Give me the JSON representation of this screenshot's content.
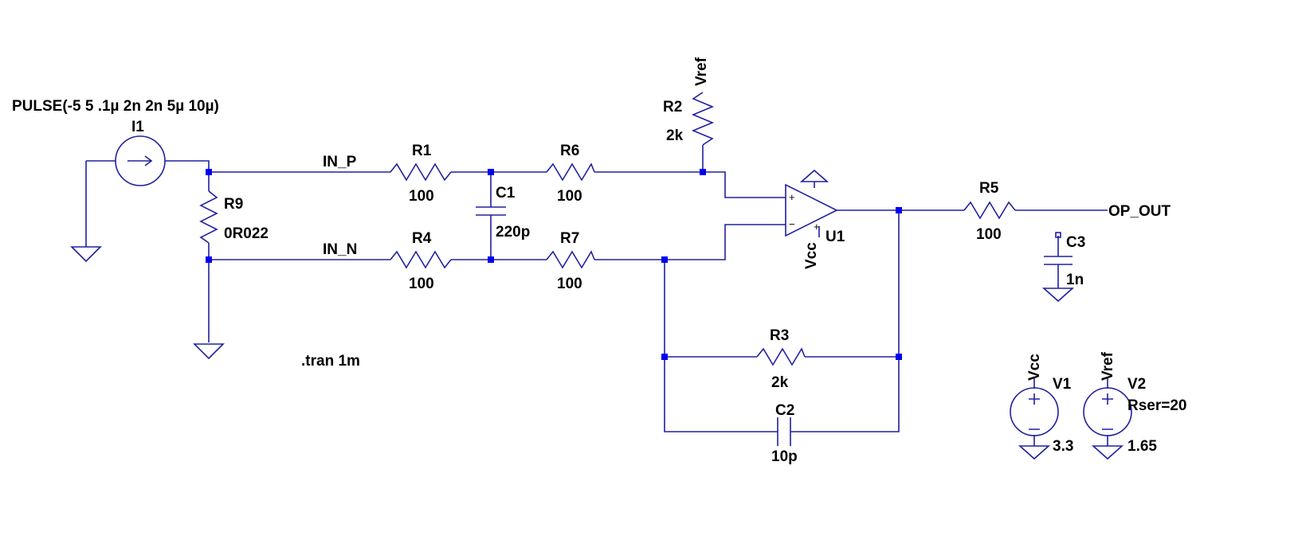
{
  "sources": {
    "i1": {
      "name": "I1",
      "value": "PULSE(-5 5 .1µ 2n 2n 5µ 10µ)"
    },
    "v1": {
      "name": "V1",
      "value": "3.3",
      "net": "Vcc"
    },
    "v2": {
      "name": "V2",
      "value": "1.65",
      "net": "Vref",
      "param": "Rser=20"
    }
  },
  "components": {
    "r1": {
      "name": "R1",
      "value": "100"
    },
    "r2": {
      "name": "R2",
      "value": "2k"
    },
    "r3": {
      "name": "R3",
      "value": "2k"
    },
    "r4": {
      "name": "R4",
      "value": "100"
    },
    "r5": {
      "name": "R5",
      "value": "100"
    },
    "r6": {
      "name": "R6",
      "value": "100"
    },
    "r7": {
      "name": "R7",
      "value": "100"
    },
    "r9": {
      "name": "R9",
      "value": "0R022"
    },
    "c1": {
      "name": "C1",
      "value": "220p"
    },
    "c2": {
      "name": "C2",
      "value": "10p"
    },
    "c3": {
      "name": "C3",
      "value": "1n"
    },
    "u1": {
      "name": "U1",
      "supply": "Vcc",
      "plus": "+",
      "minus": "−",
      "supply_plus": "+"
    }
  },
  "nets": {
    "in_p": "IN_P",
    "in_n": "IN_N",
    "op_out": "OP_OUT",
    "vref_r2": "Vref"
  },
  "directive": ".tran 1m"
}
